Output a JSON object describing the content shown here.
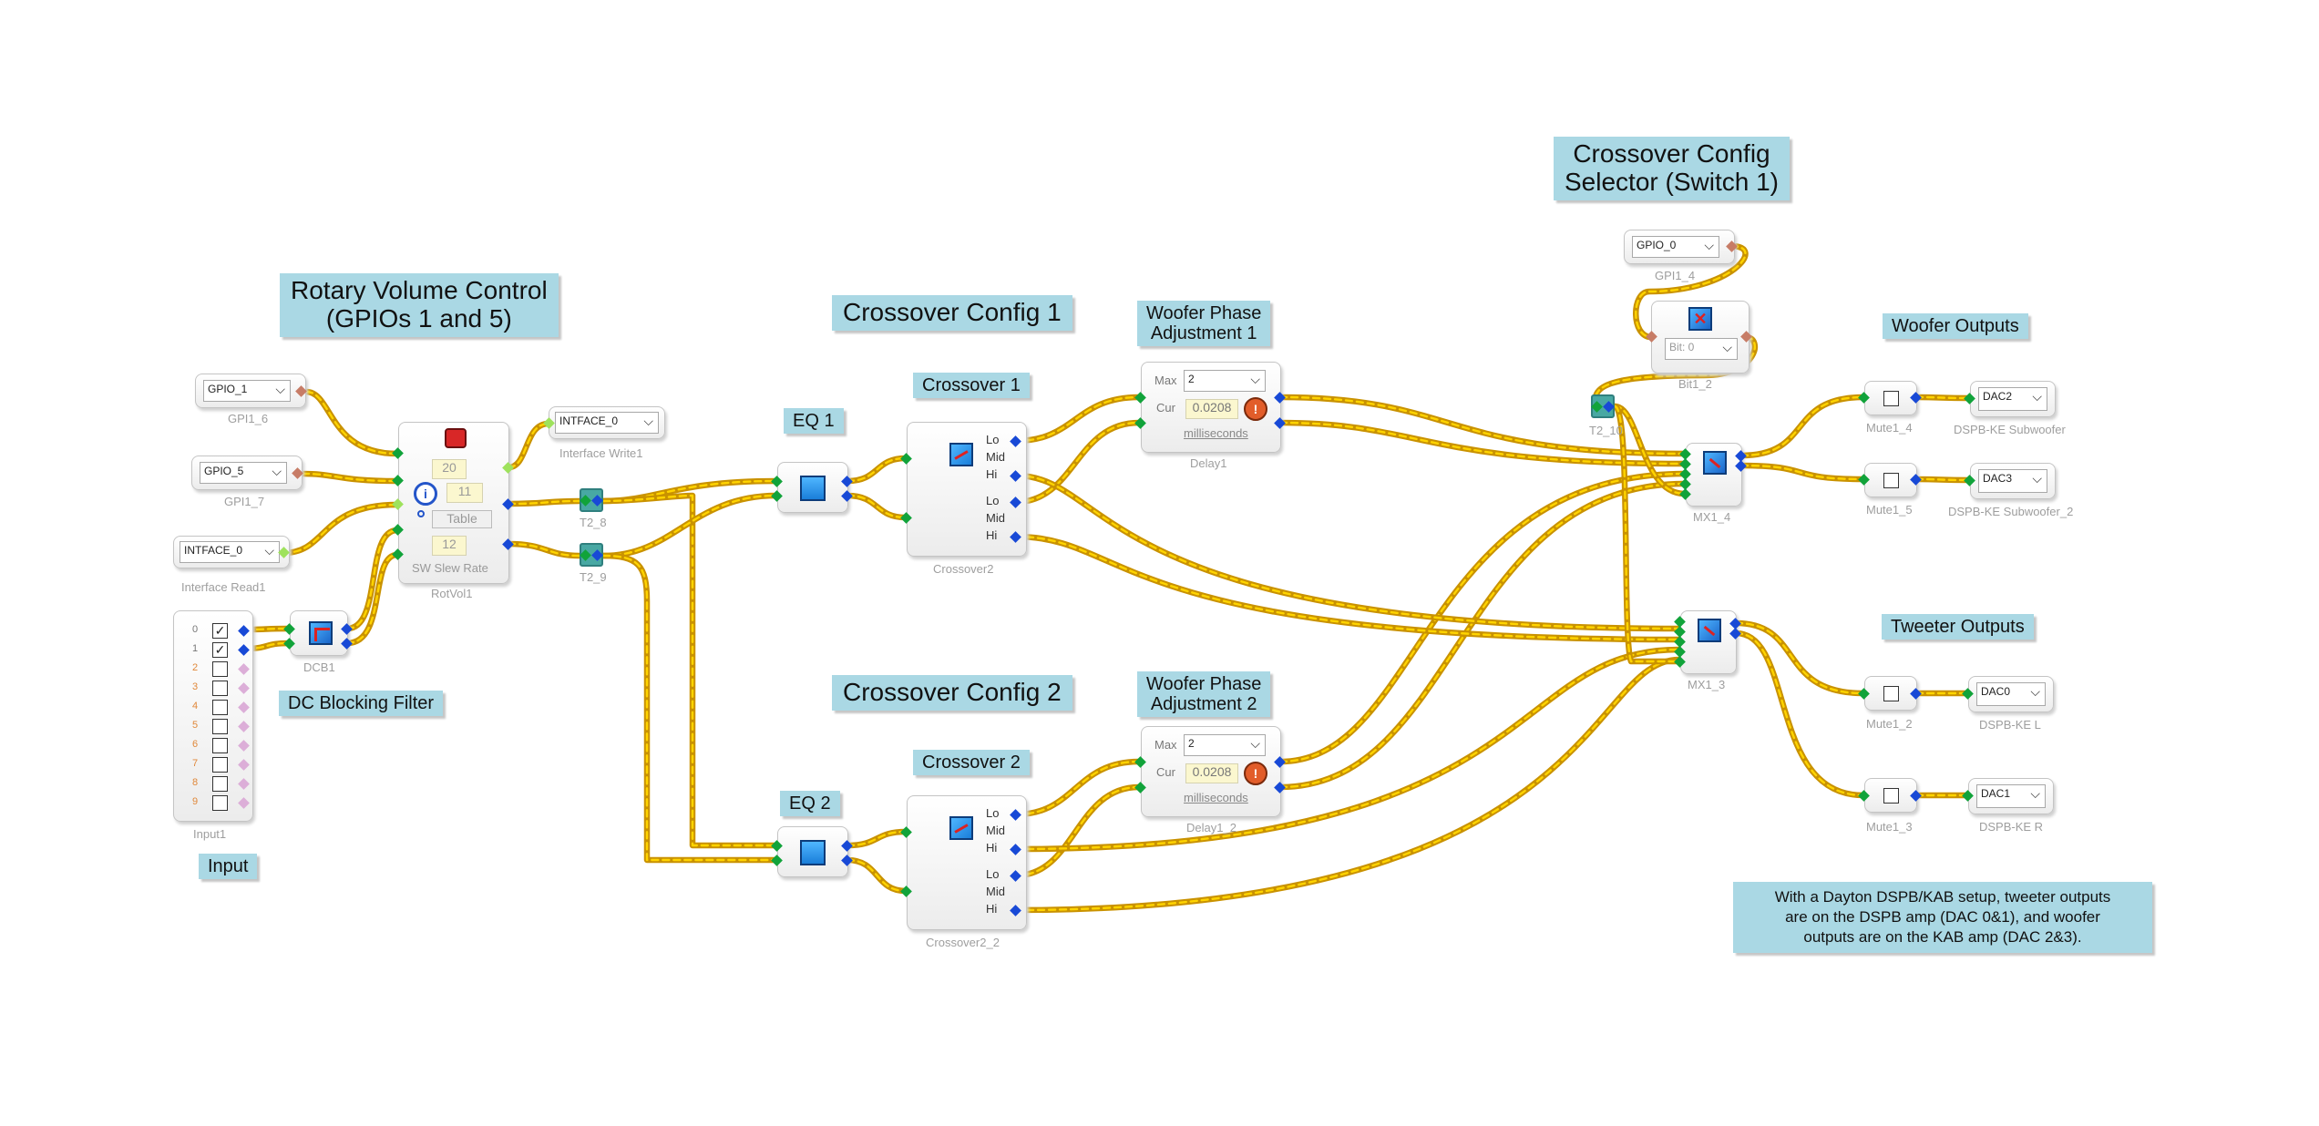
{
  "labels": {
    "rotary": [
      "Rotary Volume Control",
      "(GPIOs 1 and 5)"
    ],
    "dc_blocking": "DC Blocking Filter",
    "input": "Input",
    "crossover_config_1": "Crossover Config 1",
    "crossover_config_2": "Crossover Config 2",
    "eq1": "EQ 1",
    "eq2": "EQ 2",
    "crossover1": "Crossover 1",
    "crossover2": "Crossover 2",
    "woofer_phase_1": [
      "Woofer Phase",
      "Adjustment 1"
    ],
    "woofer_phase_2": [
      "Woofer Phase",
      "Adjustment 2"
    ],
    "selector": [
      "Crossover Config",
      "Selector (Switch 1)"
    ],
    "woofer_outputs": "Woofer Outputs",
    "tweeter_outputs": "Tweeter Outputs",
    "note": [
      "With a Dayton DSPB/KAB setup, tweeter outputs",
      "are on the DSPB amp (DAC 0&1), and woofer",
      "outputs are on the KAB amp (DAC 2&3)."
    ]
  },
  "blocks": {
    "gpi1_6": {
      "caption": "GPI1_6",
      "value": "GPIO_1"
    },
    "gpi1_7": {
      "caption": "GPI1_7",
      "value": "GPIO_5"
    },
    "interface_read1": {
      "caption": "Interface Read1",
      "value": "INTFACE_0"
    },
    "interface_write1": {
      "caption": "Interface Write1",
      "value": "INTFACE_0"
    },
    "rotvol1": {
      "caption": "RotVol1",
      "val_a": "20",
      "val_b": "11",
      "table": "Table",
      "val_c": "12",
      "slew": "SW Slew Rate"
    },
    "input1": {
      "caption": "Input1",
      "channels": [
        "0",
        "1",
        "2",
        "3",
        "4",
        "5",
        "6",
        "7",
        "8",
        "9"
      ],
      "checked": [
        true,
        true,
        false,
        false,
        false,
        false,
        false,
        false,
        false,
        false
      ]
    },
    "dcb1": {
      "caption": "DCB1"
    },
    "t2_8": {
      "caption": "T2_8"
    },
    "t2_9": {
      "caption": "T2_9"
    },
    "t2_10": {
      "caption": "T2_10"
    },
    "crossover2": {
      "caption": "Crossover2",
      "ports": [
        "Lo",
        "Mid",
        "Hi",
        "Lo",
        "Mid",
        "Hi"
      ]
    },
    "crossover2_2": {
      "caption": "Crossover2_2",
      "ports": [
        "Lo",
        "Mid",
        "Hi",
        "Lo",
        "Mid",
        "Hi"
      ]
    },
    "delay1": {
      "caption": "Delay1",
      "max_label": "Max",
      "max_value": "2",
      "cur_label": "Cur",
      "cur_value": "0.0208",
      "unit": "milliseconds"
    },
    "delay1_2": {
      "caption": "Delay1_2",
      "max_label": "Max",
      "max_value": "2",
      "cur_label": "Cur",
      "cur_value": "0.0208",
      "unit": "milliseconds"
    },
    "gpi1_4": {
      "caption": "GPI1_4",
      "value": "GPIO_0"
    },
    "bit_switch": {
      "caption": "Bit1_2",
      "value": "Bit: 0"
    },
    "mx1_4": {
      "caption": "MX1_4"
    },
    "mx1_3": {
      "caption": "MX1_3"
    },
    "mute1_4": {
      "caption": "Mute1_4"
    },
    "mute1_5": {
      "caption": "Mute1_5"
    },
    "mute1_2": {
      "caption": "Mute1_2"
    },
    "mute1_3": {
      "caption": "Mute1_3"
    },
    "dac2": {
      "caption": "DSPB-KE Subwoofer",
      "value": "DAC2"
    },
    "dac3": {
      "caption": "DSPB-KE Subwoofer_2",
      "value": "DAC3"
    },
    "dac0": {
      "caption": "DSPB-KE L",
      "value": "DAC0"
    },
    "dac1": {
      "caption": "DSPB-KE R",
      "value": "DAC1"
    }
  },
  "colors": {
    "wire": "#ffd400",
    "wire_edge": "#c99200",
    "label_bg": "#aad8e4",
    "pin_in": "#11a33a",
    "pin_out": "#1849d6"
  }
}
